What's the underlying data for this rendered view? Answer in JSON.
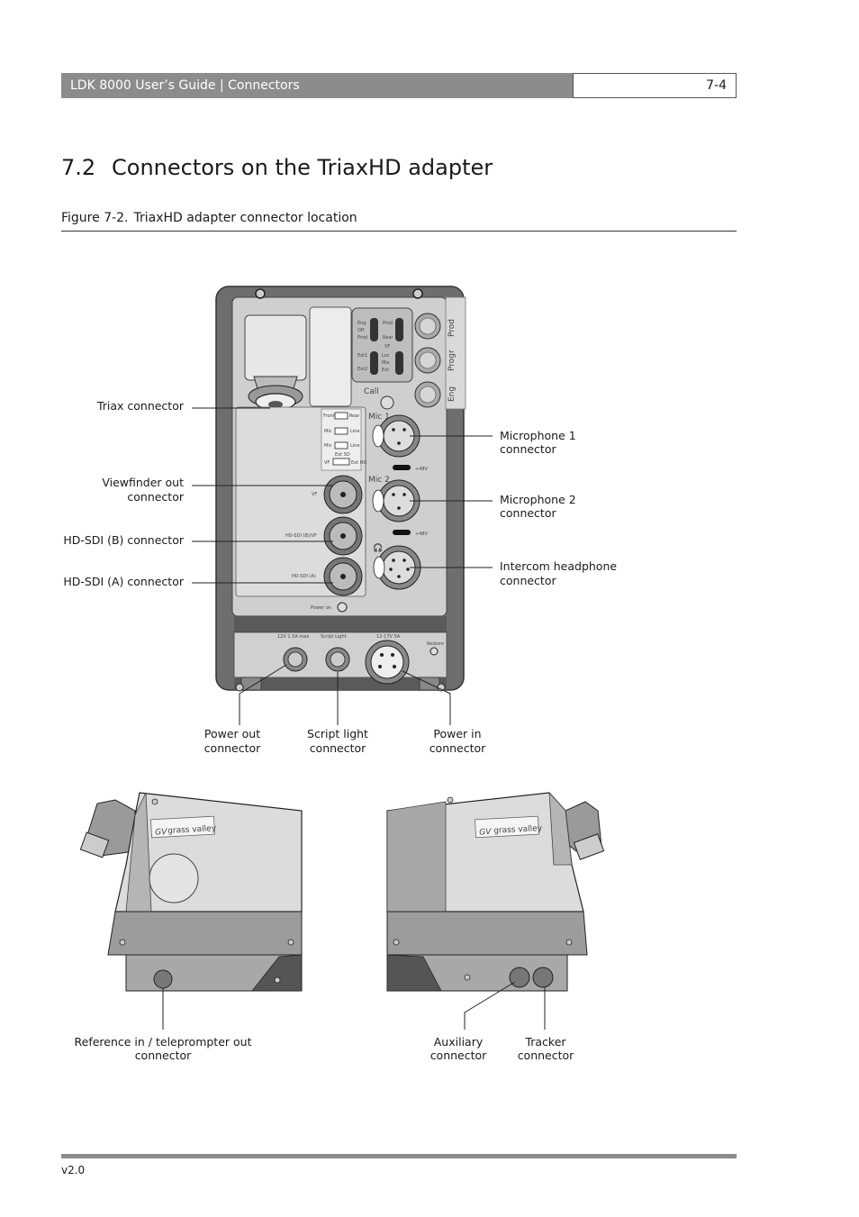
{
  "header": {
    "title": "LDK 8000 User’s Guide | Connectors",
    "page": "7-4"
  },
  "section": {
    "number": "7.2",
    "title": "Connectors on the TriaxHD adapter"
  },
  "figure": {
    "label": "Figure 7-2.",
    "caption": "TriaxHD adapter connector location"
  },
  "callouts": {
    "triax": "Triax connector",
    "viewfinder_1": "Viewfinder out",
    "viewfinder_2": "connector",
    "hdsdi_b": "HD-SDI (B) connector",
    "hdsdi_a": "HD-SDI (A) connector",
    "mic1_1": "Microphone 1",
    "mic1_2": "connector",
    "mic2_1": "Microphone 2",
    "mic2_2": "connector",
    "intercom_1": "Intercom headphone",
    "intercom_2": "connector",
    "power_out_1": "Power out",
    "power_out_2": "connector",
    "script_1": "Script light",
    "script_2": "connector",
    "power_in_1": "Power in",
    "power_in_2": "connector",
    "reference_1": "Reference in / teleprompter out",
    "reference_2": "connector",
    "aux_1": "Auxiliary",
    "aux_2": "connector",
    "tracker_1": "Tracker",
    "tracker_2": "connector"
  },
  "panel_labels": {
    "call": "Call",
    "mic1": "Mic 1",
    "mic2": "Mic 2",
    "phantom1": "+48V",
    "phantom2": "+48V",
    "prod": "Prod",
    "progr": "Progr",
    "eng": "Eng",
    "vf_label": "VF",
    "vf_conn": "VF",
    "hdsdi_b_conn": "HD-SDI (B)/VF",
    "hdsdi_a_conn": "HD-SDI (A)",
    "power_on": "Power on",
    "script_light": "Script Light",
    "power_out_spec": "12V 1.5A max",
    "power_in_spec": "12-17V 5A",
    "restore": "Restore",
    "sw_eng": "Eng",
    "sw_off": "Off",
    "sw_prod": "Prod",
    "sw_prod2": "Prod",
    "sw_rear": "Rear",
    "sw_ext1": "Ext1",
    "sw_ext2": "Ext2",
    "sw_loc": "Loc",
    "sw_mix": "Mix",
    "sw_ext": "Ext",
    "sw_mic": "Mic",
    "sw_line": "Line",
    "sw_mic2": "Mic",
    "sw_line2": "Line",
    "sw_front": "Front",
    "sw_rear2": "Rear",
    "sw_vf": "VF",
    "sw_ext_sd": "Ext SD",
    "sw_ext_hd": "Ext HD",
    "logo_left": "grass valley",
    "logo_right": "grass valley"
  },
  "footer": {
    "version": "v2.0"
  },
  "colors": {
    "header_bg": "#8c8c8c",
    "device_dark": "#6e6e6e",
    "device_mid": "#9a9a9a",
    "device_light": "#cfcfcf",
    "panel": "#e6e6e6"
  }
}
